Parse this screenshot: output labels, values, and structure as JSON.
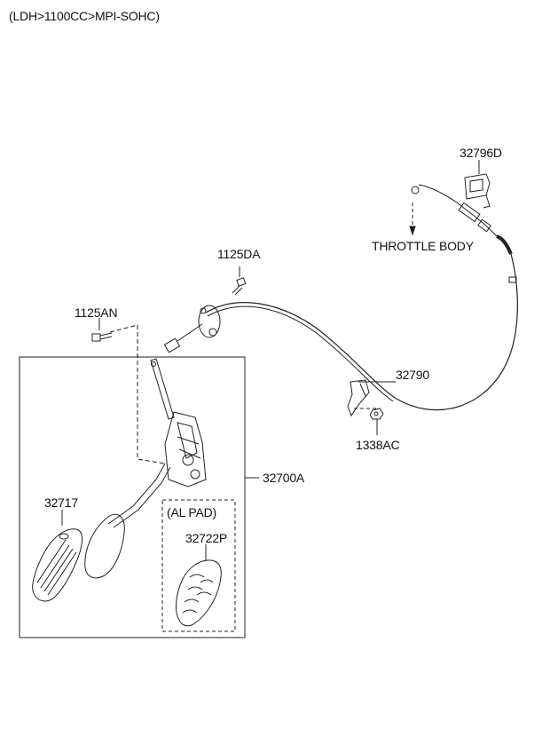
{
  "header": {
    "spec": "(LDH>1100CC>MPI-SOHC)"
  },
  "parts": {
    "p32796D": "32796D",
    "throttle": "THROTTLE BODY",
    "p1125DA": "1125DA",
    "p1125AN": "1125AN",
    "p32790": "32790",
    "p1338AC": "1338AC",
    "p32700A": "32700A",
    "p32717": "32717",
    "al_pad": "(AL PAD)",
    "p32722P": "32722P"
  }
}
